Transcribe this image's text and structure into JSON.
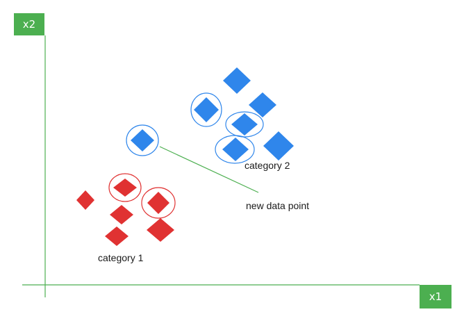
{
  "axes": {
    "x_label": "x1",
    "y_label": "x2",
    "axis_color": "#4caf50"
  },
  "labels": {
    "category_1": "category 1",
    "category_2": "category 2",
    "new_point": "new data point"
  },
  "colors": {
    "category_1": "#e03232",
    "category_2": "#2f86eb",
    "badge_bg": "#4caf50"
  }
}
